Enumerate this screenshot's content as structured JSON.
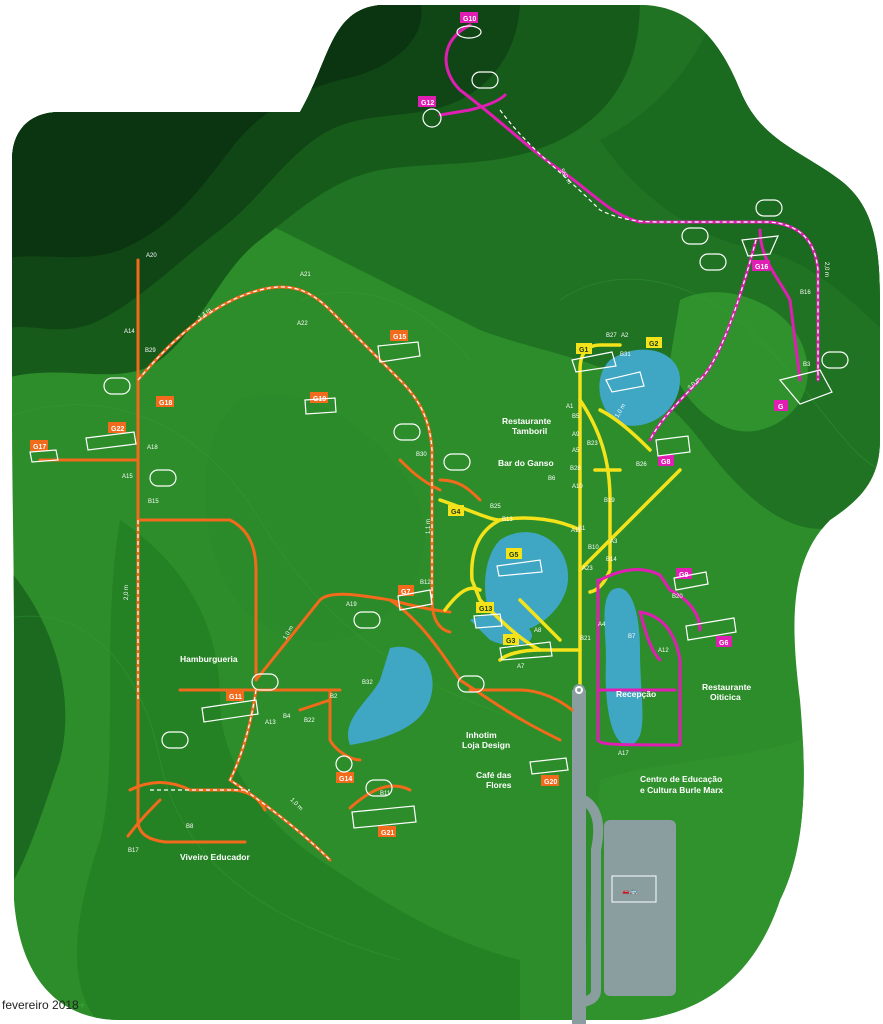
{
  "footer": {
    "date": "fevereiro 2018",
    "plus": "+"
  },
  "colors": {
    "dark_forest": "#0d3d12",
    "forest": "#1b6a20",
    "green": "#2c8d2a",
    "light_green": "#3b9a35",
    "lake": "#3fa6c4",
    "road": "#8a9ea0",
    "orange_route": "#f26a1b",
    "yellow_route": "#f4e21a",
    "magenta_route": "#e11eb4",
    "white_dash": "#ffffff"
  },
  "galleries": [
    {
      "code": "G1",
      "color": "yellow"
    },
    {
      "code": "G2",
      "color": "yellow"
    },
    {
      "code": "G3",
      "color": "yellow"
    },
    {
      "code": "G4",
      "color": "yellow"
    },
    {
      "code": "G5",
      "color": "yellow"
    },
    {
      "code": "G6",
      "color": "magenta"
    },
    {
      "code": "G7",
      "color": "orange"
    },
    {
      "code": "G8",
      "color": "magenta"
    },
    {
      "code": "G9",
      "color": "magenta"
    },
    {
      "code": "G10",
      "color": "magenta"
    },
    {
      "code": "G11",
      "color": "orange"
    },
    {
      "code": "G12",
      "color": "magenta"
    },
    {
      "code": "G13",
      "color": "yellow"
    },
    {
      "code": "G14",
      "color": "orange"
    },
    {
      "code": "G15",
      "color": "orange"
    },
    {
      "code": "G16",
      "color": "magenta"
    },
    {
      "code": "G17",
      "color": "orange"
    },
    {
      "code": "G18",
      "color": "orange"
    },
    {
      "code": "G19",
      "color": "orange"
    },
    {
      "code": "G20",
      "color": "orange"
    },
    {
      "code": "G21",
      "color": "orange"
    },
    {
      "code": "G22",
      "color": "orange"
    }
  ],
  "places": {
    "restaurante_tamboril_1": "Restaurante",
    "restaurante_tamboril_2": "Tamboril",
    "bar_do_ganso": "Bar do Ganso",
    "hamburgueria": "Hamburgueria",
    "inhotim_1": "Inhotim",
    "inhotim_2": "Loja Design",
    "cafe_1": "Café das",
    "cafe_2": "Flores",
    "viveiro": "Viveiro Educador",
    "recepcao": "Recepção",
    "restaurante_oiticica_1": "Restaurante",
    "restaurante_oiticica_2": "Oiticica",
    "centro_1": "Centro de Educação",
    "centro_2": "e Cultura Burle Marx"
  },
  "stops": [
    "A1",
    "A2",
    "A3",
    "A4",
    "A5",
    "A7",
    "A8",
    "A9",
    "A10",
    "A11",
    "A12",
    "A13",
    "A14",
    "A15",
    "A17",
    "A18",
    "A19",
    "A20",
    "A21",
    "A22",
    "A23",
    "B1",
    "B2",
    "B3",
    "B4",
    "B5",
    "B6",
    "B7",
    "B8",
    "B10",
    "B11",
    "B12",
    "B13",
    "B14",
    "B15",
    "B16",
    "B17",
    "B19",
    "B20",
    "B21",
    "B22",
    "B23",
    "B25",
    "B26",
    "B27",
    "B28",
    "B29",
    "B30",
    "B31",
    "B32"
  ],
  "distances": [
    "560 m",
    "2,0 m",
    "2,0 m",
    "2,0 m",
    "1,4 m",
    "1,0 m",
    "1,1 m",
    "1,0 m",
    "1,0 m"
  ]
}
